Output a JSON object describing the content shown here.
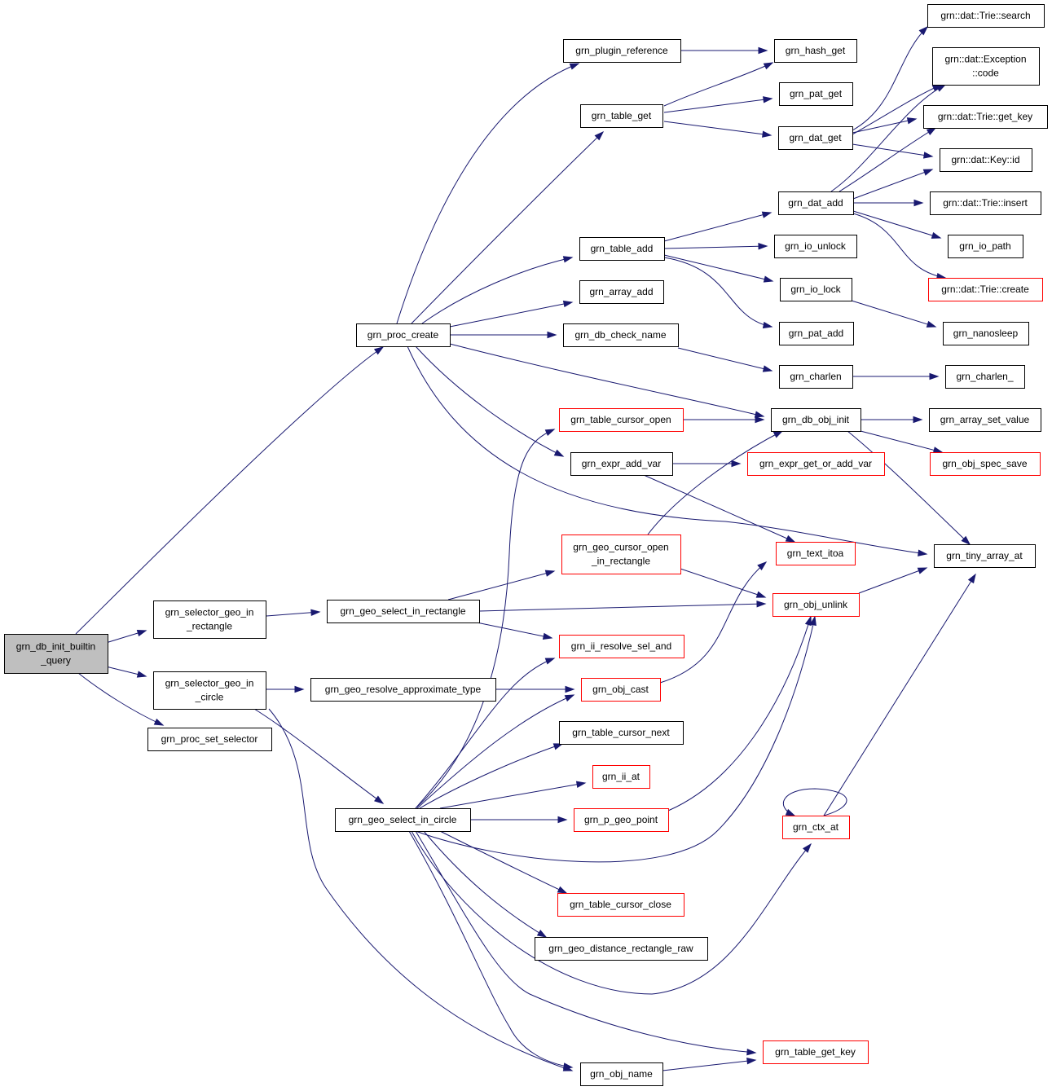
{
  "colors": {
    "edge": "#191970",
    "node_border": "#000000",
    "incomplete_border": "#ff0000",
    "root_fill": "#bfbfbf",
    "node_fill": "#ffffff"
  },
  "nodes": {
    "root": {
      "lines": [
        "grn_db_init_builtin",
        "_query"
      ]
    },
    "proc_create": {
      "lines": [
        "grn_proc_create"
      ]
    },
    "sel_geo_rect": {
      "lines": [
        "grn_selector_geo_in",
        "_rectangle"
      ]
    },
    "sel_geo_circle": {
      "lines": [
        "grn_selector_geo_in",
        "_circle"
      ]
    },
    "proc_set_selector": {
      "lines": [
        "grn_proc_set_selector"
      ]
    },
    "plugin_reference": {
      "lines": [
        "grn_plugin_reference"
      ]
    },
    "table_get": {
      "lines": [
        "grn_table_get"
      ]
    },
    "table_add": {
      "lines": [
        "grn_table_add"
      ]
    },
    "array_add": {
      "lines": [
        "grn_array_add"
      ]
    },
    "db_check_name": {
      "lines": [
        "grn_db_check_name"
      ]
    },
    "table_cursor_open": {
      "lines": [
        "grn_table_cursor_open"
      ]
    },
    "expr_add_var": {
      "lines": [
        "grn_expr_add_var"
      ]
    },
    "geo_cursor_open": {
      "lines": [
        "grn_geo_cursor_open",
        "_in_rectangle"
      ]
    },
    "geo_select_rect": {
      "lines": [
        "grn_geo_select_in_rectangle"
      ]
    },
    "ii_resolve_sel_and": {
      "lines": [
        "grn_ii_resolve_sel_and"
      ]
    },
    "geo_resolve_approx": {
      "lines": [
        "grn_geo_resolve_approximate_type"
      ]
    },
    "obj_cast": {
      "lines": [
        "grn_obj_cast"
      ]
    },
    "table_cursor_next": {
      "lines": [
        "grn_table_cursor_next"
      ]
    },
    "ii_at": {
      "lines": [
        "grn_ii_at"
      ]
    },
    "geo_select_circle": {
      "lines": [
        "grn_geo_select_in_circle"
      ]
    },
    "p_geo_point": {
      "lines": [
        "grn_p_geo_point"
      ]
    },
    "table_cursor_close": {
      "lines": [
        "grn_table_cursor_close"
      ]
    },
    "geo_distance_rect_raw": {
      "lines": [
        "grn_geo_distance_rectangle_raw"
      ]
    },
    "obj_name": {
      "lines": [
        "grn_obj_name"
      ]
    },
    "hash_get": {
      "lines": [
        "grn_hash_get"
      ]
    },
    "pat_get": {
      "lines": [
        "grn_pat_get"
      ]
    },
    "dat_get": {
      "lines": [
        "grn_dat_get"
      ]
    },
    "dat_add": {
      "lines": [
        "grn_dat_add"
      ]
    },
    "io_unlock": {
      "lines": [
        "grn_io_unlock"
      ]
    },
    "io_lock": {
      "lines": [
        "grn_io_lock"
      ]
    },
    "pat_add": {
      "lines": [
        "grn_pat_add"
      ]
    },
    "charlen": {
      "lines": [
        "grn_charlen"
      ]
    },
    "db_obj_init": {
      "lines": [
        "grn_db_obj_init"
      ]
    },
    "expr_get_or_add_var": {
      "lines": [
        "grn_expr_get_or_add_var"
      ]
    },
    "text_itoa": {
      "lines": [
        "grn_text_itoa"
      ]
    },
    "obj_unlink": {
      "lines": [
        "grn_obj_unlink"
      ]
    },
    "ctx_at": {
      "lines": [
        "grn_ctx_at"
      ]
    },
    "table_get_key": {
      "lines": [
        "grn_table_get_key"
      ]
    },
    "trie_search": {
      "lines": [
        "grn::dat::Trie::search"
      ]
    },
    "exception_code": {
      "lines": [
        "grn::dat::Exception",
        "::code"
      ]
    },
    "trie_get_key": {
      "lines": [
        "grn::dat::Trie::get_key"
      ]
    },
    "key_id": {
      "lines": [
        "grn::dat::Key::id"
      ]
    },
    "trie_insert": {
      "lines": [
        "grn::dat::Trie::insert"
      ]
    },
    "io_path": {
      "lines": [
        "grn_io_path"
      ]
    },
    "trie_create": {
      "lines": [
        "grn::dat::Trie::create"
      ]
    },
    "nanosleep": {
      "lines": [
        "grn_nanosleep"
      ]
    },
    "charlen_": {
      "lines": [
        "grn_charlen_"
      ]
    },
    "array_set_value": {
      "lines": [
        "grn_array_set_value"
      ]
    },
    "obj_spec_save": {
      "lines": [
        "grn_obj_spec_save"
      ]
    },
    "tiny_array_at": {
      "lines": [
        "grn_tiny_array_at"
      ]
    }
  }
}
